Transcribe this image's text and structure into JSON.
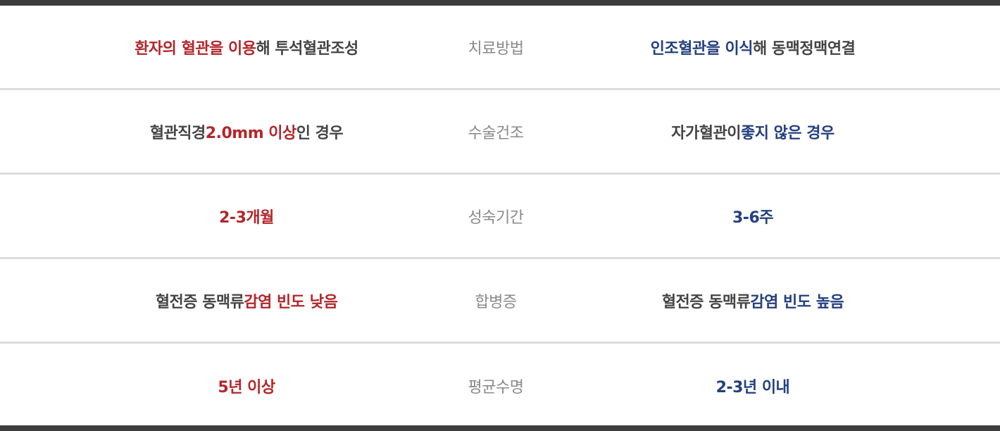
{
  "colors": {
    "accent_left": "#b3262a",
    "accent_right": "#24407e",
    "text_dark": "#444444",
    "text_mid": "#8a8a8a",
    "border": "#dcdcdc",
    "frame": "#3d3d3d"
  },
  "rows": [
    {
      "category": "치료방법",
      "left": [
        {
          "text": "환자의 혈관을 이용",
          "color": "red"
        },
        {
          "text": "해 투석혈관조성",
          "color": "dark"
        }
      ],
      "right": [
        {
          "text": "인조혈관을 이식",
          "color": "blue"
        },
        {
          "text": "해 동맥정맥연결",
          "color": "dark"
        }
      ]
    },
    {
      "category": "수술건조",
      "left": [
        {
          "text": "혈관직경 ",
          "color": "dark"
        },
        {
          "text": "2.0mm 이상",
          "color": "red"
        },
        {
          "text": "인 경우",
          "color": "dark"
        }
      ],
      "right": [
        {
          "text": "자가혈관이 ",
          "color": "dark"
        },
        {
          "text": "좋지 않은 경우",
          "color": "blue"
        }
      ]
    },
    {
      "category": "성숙기간",
      "left": [
        {
          "text": "2-3개월",
          "color": "red"
        }
      ],
      "right": [
        {
          "text": "3-6주",
          "color": "blue"
        }
      ]
    },
    {
      "category": "합병증",
      "left": [
        {
          "text": "혈전증 동맥류 ",
          "color": "dark"
        },
        {
          "text": "감염 빈도 낮음",
          "color": "red"
        }
      ],
      "right": [
        {
          "text": "혈전증 동맥류 ",
          "color": "dark"
        },
        {
          "text": "감염 빈도 높음",
          "color": "blue"
        }
      ]
    },
    {
      "category": "평균수명",
      "left": [
        {
          "text": "5년 이상",
          "color": "red"
        }
      ],
      "right": [
        {
          "text": "2-3년 이내",
          "color": "blue"
        }
      ]
    }
  ]
}
